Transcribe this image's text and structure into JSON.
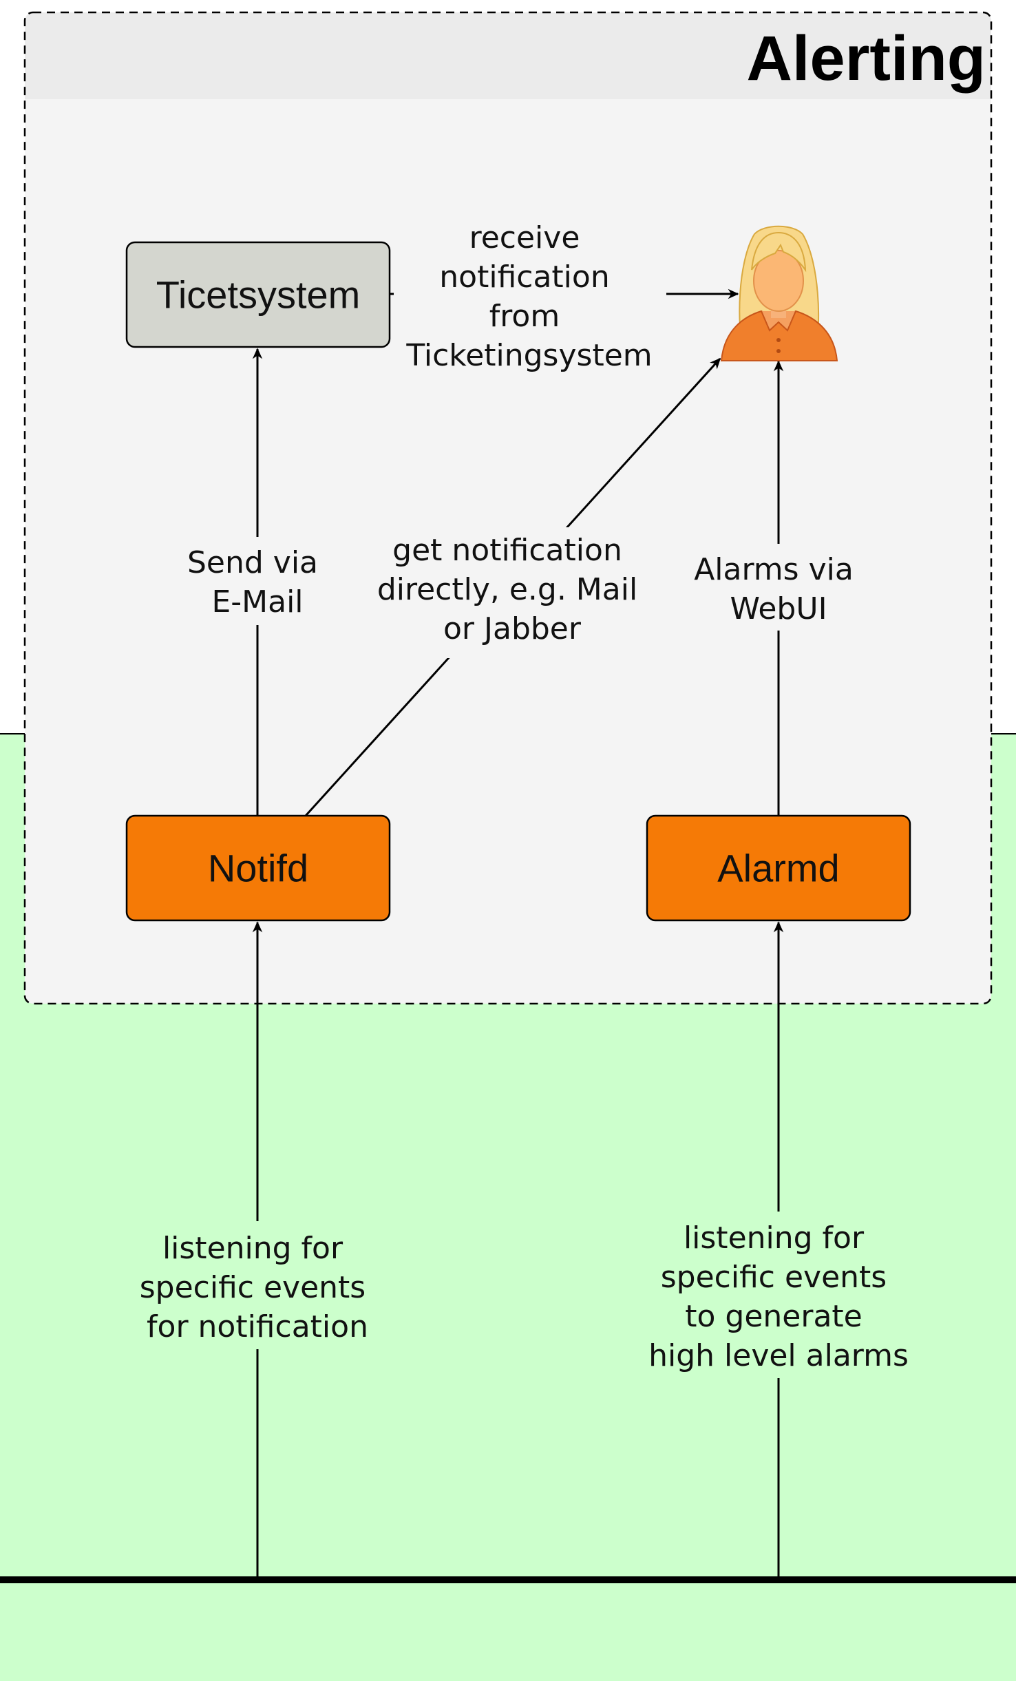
{
  "colors": {
    "green_area": "#ccffcc",
    "group_fill": "#f4f4f4",
    "group_header": "#ebebeb",
    "daemon_fill": "#f57a06",
    "ticket_fill": "#d4d6cf",
    "person_hair": "#f8d88a",
    "person_shirt": "#f07f2c"
  },
  "group": {
    "title": "Alerting"
  },
  "nodes": {
    "ticketsystem": {
      "label": "Ticetsystem"
    },
    "notifd": {
      "label": "Notifd"
    },
    "alarmd": {
      "label": "Alarmd"
    },
    "user": {
      "icon": "person-icon"
    }
  },
  "edges": {
    "receive": {
      "lines": [
        "receive",
        "notification",
        "from",
        "Ticketingsystem"
      ]
    },
    "send_mail": {
      "lines": [
        "Send via",
        "E-Mail"
      ]
    },
    "direct": {
      "lines": [
        "get notification",
        "directly, e.g. Mail",
        "or Jabber"
      ]
    },
    "webui": {
      "lines": [
        "Alarms via",
        "WebUI"
      ]
    },
    "listen_notify": {
      "lines": [
        "listening for",
        "specific events",
        "for notification"
      ]
    },
    "listen_alarm": {
      "lines": [
        "listening for",
        "specific events",
        "to generate",
        "high level alarms"
      ]
    }
  }
}
